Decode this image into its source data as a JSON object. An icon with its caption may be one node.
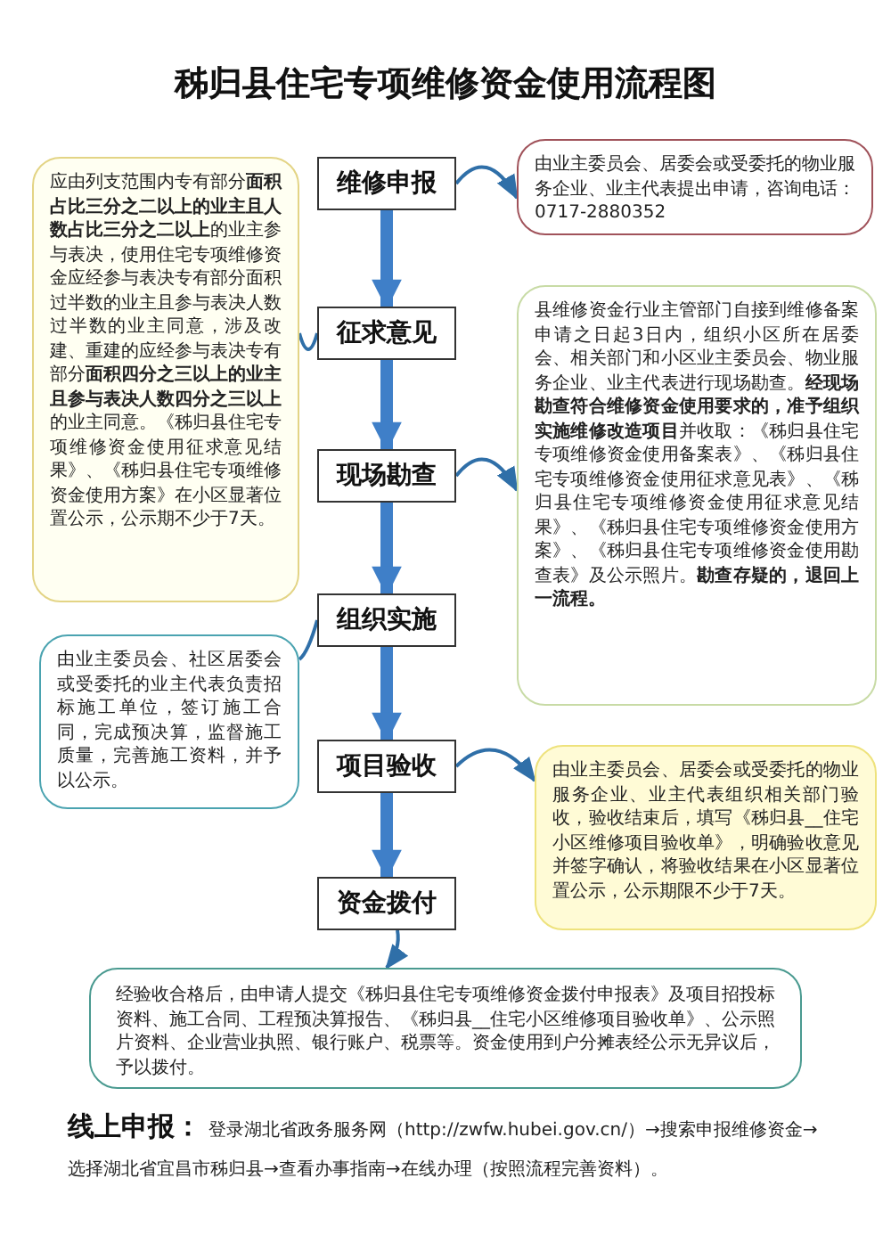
{
  "diagram": {
    "title": "秭归县住宅专项维修资金使用流程图",
    "nodes": [
      {
        "text": [
          "维修申报"
        ]
      },
      {
        "text": [
          "由业主委员会、居委会或受委托的物业服务企业、业主代表提出申请，咨询电话：0717-2880352"
        ]
      },
      {
        "text": [
          "应由列支范围内专有部分**面积占比三分之二以上的业主且人数占比三分之二以上**的业主参与表决，使用住宅专项维修资金应经参与表决专有部分面积过半数的业主且参与表决人数过半数的业主同意，涉及改建、重建的应经参与表决专有部分**面积四分之三以上的业主且参与表决人数四分之三以上**的业主同意。《秭归县住宅专项维修资金使用征求意见结果》、《秭归县住宅专项维修资金使用方案》在小区显著位置公示，公示期不少于7天。"
        ]
      },
      {
        "text": [
          "征求意见"
        ]
      },
      {
        "text": [
          "县维修资金行业主管部门自接到维修备案申请之日起3日内，组织小区所在居委会、相关部门和小区业主委员会、物业服务企业、业主代表进行现场勘查。**经现场勘查符合维修资金使用要求的，准予组织实施维修改造项目**并收取：《秭归县住宅专项维修资金使用备案表》、《秭归县住宅专项维修资金使用征求意见表》、《秭归县住宅专项维修资金使用征求意见结果》、《秭归县住宅专项维修资金使用方案》、《秭归县住宅专项维修资金使用勘查表》及公示照片。**勘查存疑的，退回上一流程。**"
        ]
      },
      {
        "text": [
          "现场勘查"
        ]
      },
      {
        "text": [
          "组织实施"
        ]
      },
      {
        "text": [
          "由业主委员会、社区居委会或受委托的业主代表负责招标施工单位，签订施工合同，完成预决算，监督施工质量，完善施工资料，并予以公示。"
        ]
      },
      {
        "text": [
          "项目验收"
        ]
      },
      {
        "text": [
          "由业主委员会、居委会或受委托的物业服务企业、业主代表组织相关部门验收，验收结束后，填写《秭归县__住宅小区维修项目验收单》，明确验收意见并签字确认，将验收结果在小区显著位置公示，公示期限不少于7天。"
        ]
      },
      {
        "text": [
          "资金拨付"
        ]
      },
      {
        "text": [
          "经验收合格后，由申请人提交《秭归县住宅专项维修资金拨付申报表》及项目招投标资料、施工合同、工程预决算报告、《秭归县__住宅小区维修项目验收单》、公示照片资料、企业营业执照、银行账户、税票等。资金使用到户分摊表经公示无异议后，予以拨付。"
        ]
      }
    ],
    "edges": [
      {
        "from": 0,
        "to": 3,
        "arrow": "to",
        "style": "thick"
      },
      {
        "from": 3,
        "to": 5,
        "arrow": "to",
        "style": "thick"
      },
      {
        "from": 5,
        "to": 6,
        "arrow": "to",
        "style": "thick"
      },
      {
        "from": 6,
        "to": 8,
        "arrow": "to",
        "style": "thick"
      },
      {
        "from": 8,
        "to": 10,
        "arrow": "to",
        "style": "thick"
      },
      {
        "from": 0,
        "to": 1,
        "arrow": "to"
      },
      {
        "from": 3,
        "to": 2,
        "arrow": "none"
      },
      {
        "from": 5,
        "to": 4,
        "arrow": "to"
      },
      {
        "from": 6,
        "to": 7,
        "arrow": "none"
      },
      {
        "from": 8,
        "to": 9,
        "arrow": "to"
      },
      {
        "from": 10,
        "to": 11,
        "arrow": "to"
      }
    ],
    "labels": [
      "线上申报：",
      "登录湖北省政务服务网（http://zwfw.hubei.gov.cn/）→搜索申报维修资金→选择湖北省宜昌市秭归县→查看办事指南→在线办理（按照流程完善资料）。"
    ]
  }
}
